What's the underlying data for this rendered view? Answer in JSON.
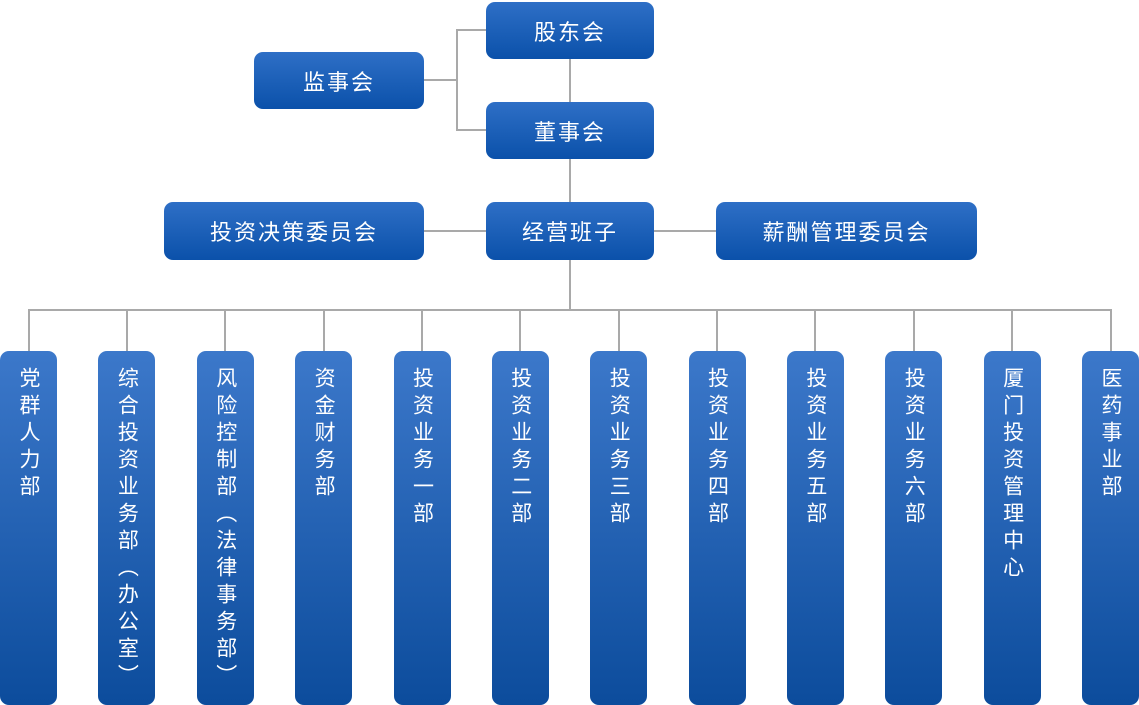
{
  "org_chart": {
    "type": "org-chart",
    "colors": {
      "line": "#a9a9a9",
      "node_gradient_top": "#2e6fc6",
      "node_gradient_bottom": "#0b51aa",
      "dept_gradient_top": "#3c78ca",
      "dept_gradient_bottom": "#0c4c9c",
      "text": "#ffffff"
    },
    "nodes": {
      "shareholders": {
        "label": "股东会"
      },
      "supervisors": {
        "label": "监事会"
      },
      "board": {
        "label": "董事会"
      },
      "investment_committee": {
        "label": "投资决策委员会"
      },
      "management_team": {
        "label": "经营班子"
      },
      "compensation_committee": {
        "label": "薪酬管理委员会"
      }
    },
    "departments": [
      "党群人力部",
      "综合投资业务部（办公室）",
      "风险控制部（法律事务部）",
      "资金财务部",
      "投资业务一部",
      "投资业务二部",
      "投资业务三部",
      "投资业务四部",
      "投资业务五部",
      "投资业务六部",
      "厦门投资管理中心",
      "医药事业部"
    ]
  }
}
